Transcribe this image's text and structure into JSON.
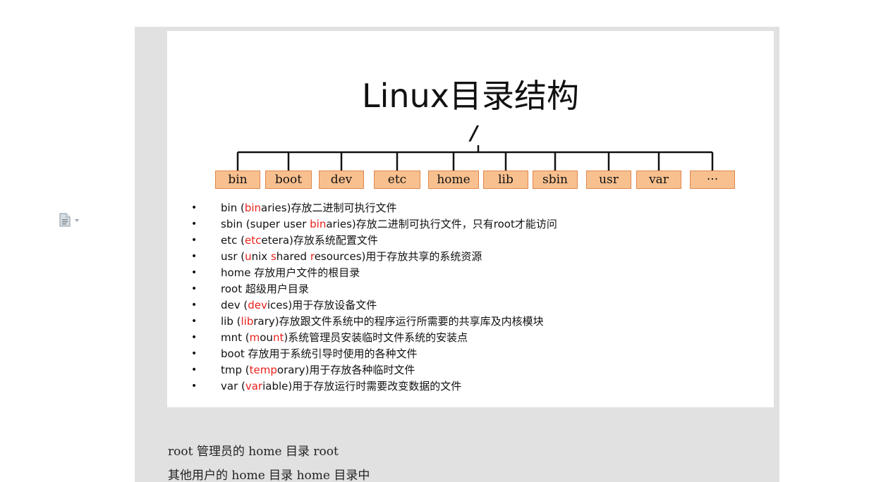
{
  "colors": {
    "panel_bg": "#e1e1e1",
    "box_fill": "#f9c08f",
    "box_border": "#e0864a",
    "highlight": "#e8221c"
  },
  "icons": {
    "doc": "document-icon",
    "caret": "chevron-down-icon"
  },
  "slide": {
    "title": "Linux目录结构",
    "root": "/",
    "dirs": [
      "bin",
      "boot",
      "dev",
      "etc",
      "home",
      "lib",
      "sbin",
      "usr",
      "var",
      "···"
    ],
    "items": [
      {
        "a": "bin  (",
        "h1": "bin",
        "b": "aries)存放二进制可执行文件"
      },
      {
        "a": "sbin  (s",
        "h0": "",
        "b1": "uper user ",
        "h1": "bin",
        "b": "aries)存放二进制可执行文件，只有root才能访问"
      },
      {
        "a": "etc (",
        "h1": "etc",
        "b": "etera)存放系统配置文件"
      },
      {
        "a": "usr  (",
        "h1": "u",
        "m1": "nix ",
        "h2": "s",
        "m2": "hared ",
        "h3": "r",
        "b": "esources)用于存放共享的系统资源"
      },
      {
        "a": "home 存放用户文件的根目录"
      },
      {
        "a": "root  超级用户目录"
      },
      {
        "a": "dev (",
        "h1": "dev",
        "b": "ices)用于存放设备文件"
      },
      {
        "a": "lib  (",
        "h1": "lib",
        "b": "rary)存放跟文件系统中的程序运行所需要的共享库及内核模块"
      },
      {
        "a": "mnt  (",
        "h1": "m",
        "m1": "ou",
        "h2": "nt",
        "b": ")系统管理员安装临时文件系统的安装点"
      },
      {
        "a": "boot 存放用于系统引导时使用的各种文件"
      },
      {
        "a": "tmp  (",
        "h1": "temp",
        "b": "orary)用于存放各种临时文件"
      },
      {
        "a": "var  (",
        "h1": "var",
        "b": "iable)用于存放运行时需要改变数据的文件"
      }
    ]
  },
  "captions": [
    "root 管理员的 home 目录 root",
    "其他用户的 home 目录 home 目录中"
  ]
}
